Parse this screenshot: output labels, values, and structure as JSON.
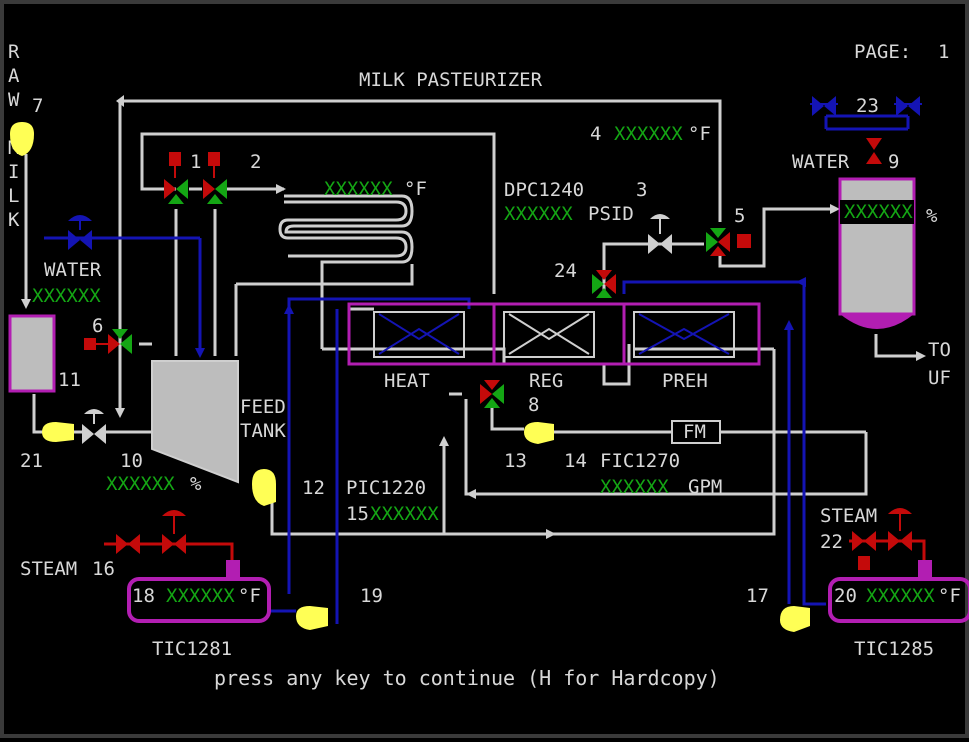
{
  "title": "MILK PASTEURIZER",
  "page_label": "PAGE:",
  "page_number": "1",
  "raw_milk_label": "RAW MILK",
  "colors": {
    "background": "#000000",
    "pipe": "#cfcfcf",
    "water_line": "#1414b4",
    "steam_line": "#c40a0a",
    "vessel_outline": "#b21eb2",
    "readout": "#14a614",
    "pump": "#ffff55",
    "valve_open": "#14a614",
    "valve_closed": "#c40a0a"
  },
  "readout_mask": "XXXXXX",
  "deg_f": "°F",
  "percent": "%",
  "labels": {
    "water_left": "WATER",
    "water_top": "WATER",
    "heat": "HEAT",
    "reg": "REG",
    "preh": "PREH",
    "feed_tank_1": "FEED",
    "feed_tank_2": "TANK",
    "psid": "PSID",
    "gpm": "GPM",
    "fm": "FM",
    "to": "TO",
    "uf": "UF",
    "steam_left": "STEAM",
    "steam_right": "STEAM"
  },
  "tags": {
    "dpc": "DPC1240",
    "pic": "PIC1220",
    "fic": "FIC1270",
    "tic_left": "TIC1281",
    "tic_right": "TIC1285"
  },
  "numbers": {
    "n1": "1",
    "n2": "2",
    "n3": "3",
    "n4": "4",
    "n5": "5",
    "n6": "6",
    "n7": "7",
    "n8": "8",
    "n9": "9",
    "n10": "10",
    "n11": "11",
    "n12": "12",
    "n13": "13",
    "n14": "14",
    "n15": "15",
    "n16": "16",
    "n17": "17",
    "n18": "18",
    "n19": "19",
    "n20": "20",
    "n21": "21",
    "n22": "22",
    "n23": "23",
    "n24": "24"
  },
  "prompt": "press any key to continue (H for Hardcopy)"
}
